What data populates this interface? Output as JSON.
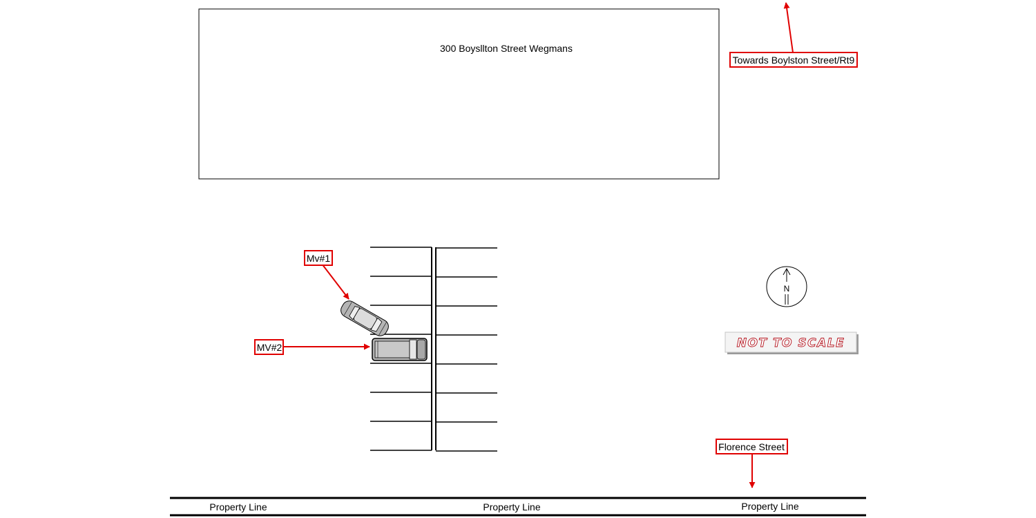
{
  "building": {
    "label": "300 Boysllton Street Wegmans"
  },
  "callouts": {
    "boylston": "Towards Boylston Street/Rt9",
    "florence": "Florence Street",
    "mv1": "Mv#1",
    "mv2": "MV#2"
  },
  "compass": {
    "letter": "N"
  },
  "scale_note": "NOT TO SCALE",
  "property_lines": [
    "Property Line",
    "Property Line",
    "Property Line"
  ],
  "colors": {
    "callout_red": "#e00000",
    "vehicle_gray": "#b4b4b4",
    "outline": "#000000"
  }
}
